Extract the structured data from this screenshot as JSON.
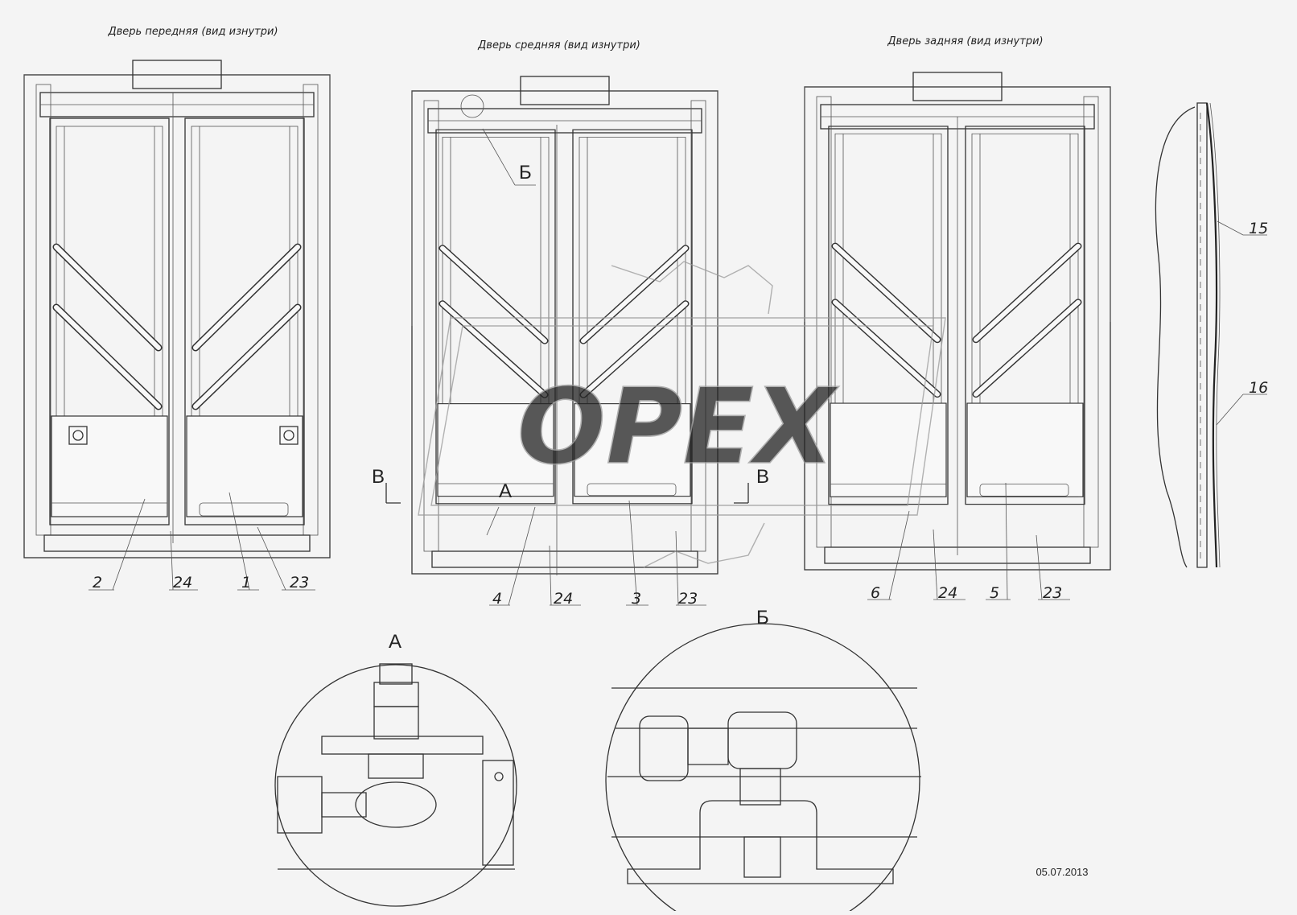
{
  "titles": {
    "front": "Дверь передняя (вид изнутри)",
    "middle": "Дверь средняя (вид изнутри)",
    "rear": "Дверь задняя (вид изнутри)"
  },
  "callouts": {
    "front_2": "2",
    "front_24": "24",
    "front_1": "1",
    "front_23": "23",
    "mid_4": "4",
    "mid_24": "24",
    "mid_3": "3",
    "mid_23": "23",
    "rear_6": "6",
    "rear_24": "24",
    "rear_5": "5",
    "rear_23": "23",
    "side_15": "15",
    "side_16": "16"
  },
  "markers": {
    "detail_b_ref": "Б",
    "detail_a_ref": "А",
    "section_v_left": "В",
    "section_v_right": "В"
  },
  "details": {
    "a_label": "А",
    "b_label": "Б"
  },
  "watermark": "OPEX",
  "date": "05.07.2013"
}
